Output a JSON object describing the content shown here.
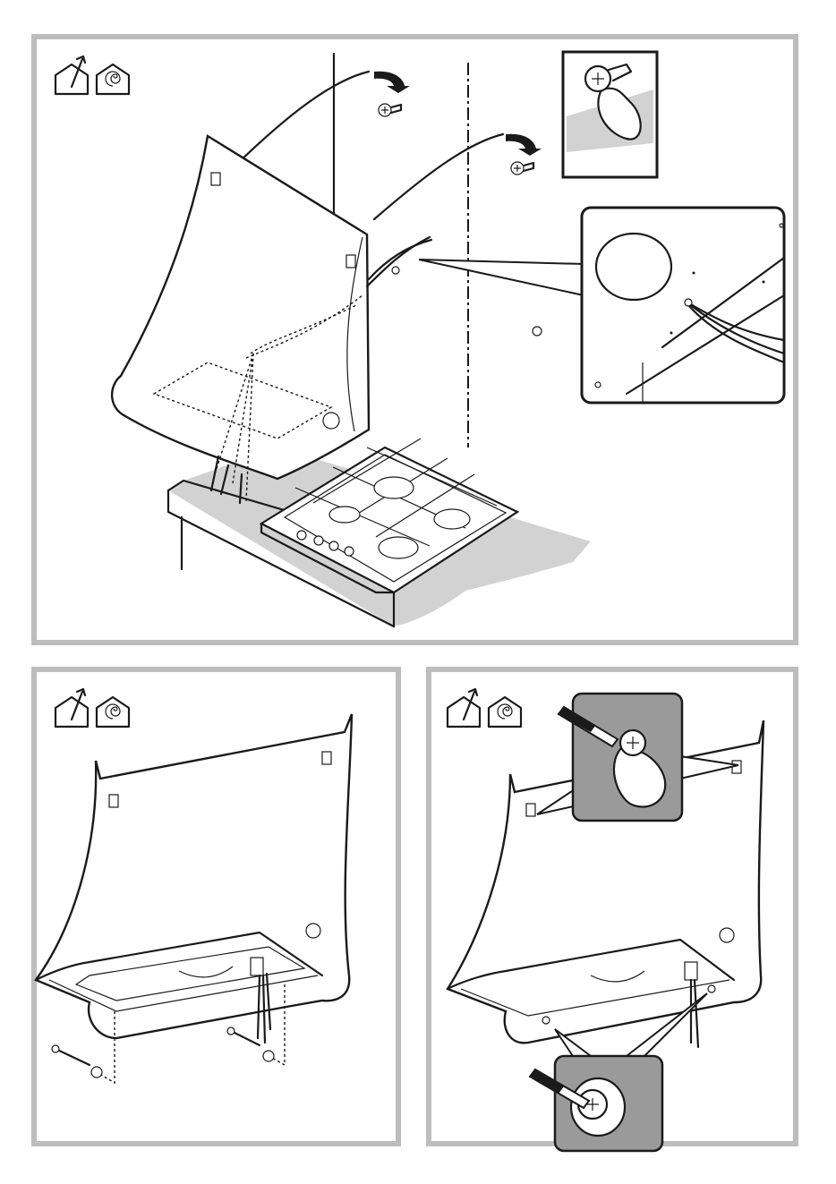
{
  "figure": {
    "panels": [
      {
        "id": "top",
        "icons": [
          "extraction-mode-icon",
          "recirculation-mode-icon"
        ]
      },
      {
        "id": "bottom-left",
        "icons": [
          "extraction-mode-icon",
          "recirculation-mode-icon"
        ]
      },
      {
        "id": "bottom-right",
        "icons": [
          "extraction-mode-icon",
          "recirculation-mode-icon"
        ]
      }
    ],
    "colors": {
      "frame": "#bdbdbd",
      "line": "#1a1a1a",
      "shade": "#d2d2d2",
      "inset": "#9a9a9a"
    }
  }
}
